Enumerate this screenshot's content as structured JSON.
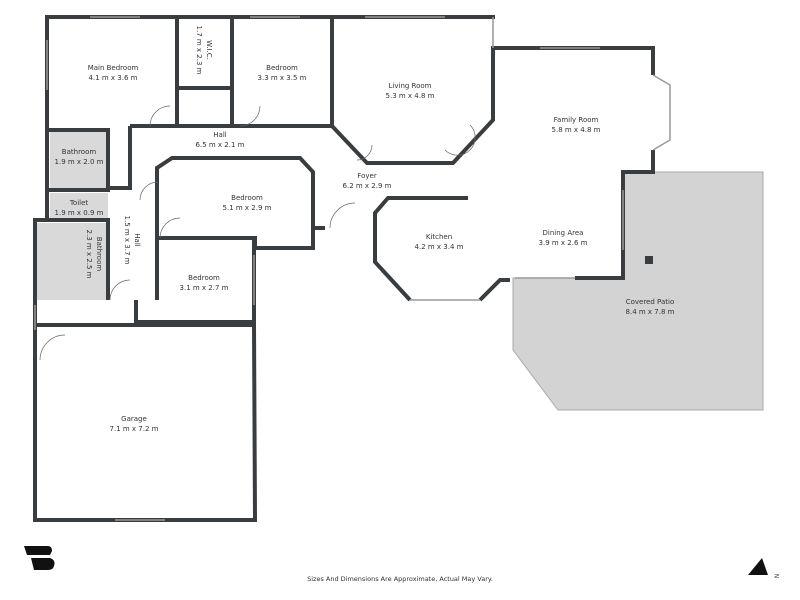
{
  "rooms": [
    {
      "name": "Main Bedroom",
      "size": "4.1 m x 3.6 m"
    },
    {
      "name": "W.I.C.",
      "size": "1.7 m x 2.3 m"
    },
    {
      "name": "Bedroom",
      "size": "3.3 m x 3.5 m"
    },
    {
      "name": "Living Room",
      "size": "5.3 m x 4.8 m"
    },
    {
      "name": "Family Room",
      "size": "5.8 m x 4.8 m"
    },
    {
      "name": "Hall",
      "size": "6.5 m x 2.1 m"
    },
    {
      "name": "Bathroom",
      "size": "1.9 m x 2.0 m"
    },
    {
      "name": "Foyer",
      "size": "6.2 m x 2.9 m"
    },
    {
      "name": "Bedroom",
      "size": "5.1 m x 2.9 m"
    },
    {
      "name": "Toilet",
      "size": "1.9 m x 0.9 m"
    },
    {
      "name": "Kitchen",
      "size": "4.2 m x 3.4 m"
    },
    {
      "name": "Dining Area",
      "size": "3.9 m x 2.6 m"
    },
    {
      "name": "Hall",
      "size": "1.5 m x 3.7 m"
    },
    {
      "name": "Bathroom",
      "size": "2.3 m x 2.5 m"
    },
    {
      "name": "Bedroom",
      "size": "3.1 m x 2.7 m"
    },
    {
      "name": "Covered Patio",
      "size": "8.4 m x 7.8 m"
    },
    {
      "name": "Garage",
      "size": "7.1 m x 7.2 m"
    }
  ],
  "footer": {
    "disclaimer": "Sizes And Dimensions Are Approximate, Actual May Vary."
  },
  "compass": {
    "label": "N",
    "icon": "north-arrow-icon"
  },
  "logo": {
    "icon": "brand-logo-icon"
  },
  "colors": {
    "wall": "#3a3d40",
    "patio": "#d3d3d3",
    "wet_area": "#d9d9d9"
  }
}
